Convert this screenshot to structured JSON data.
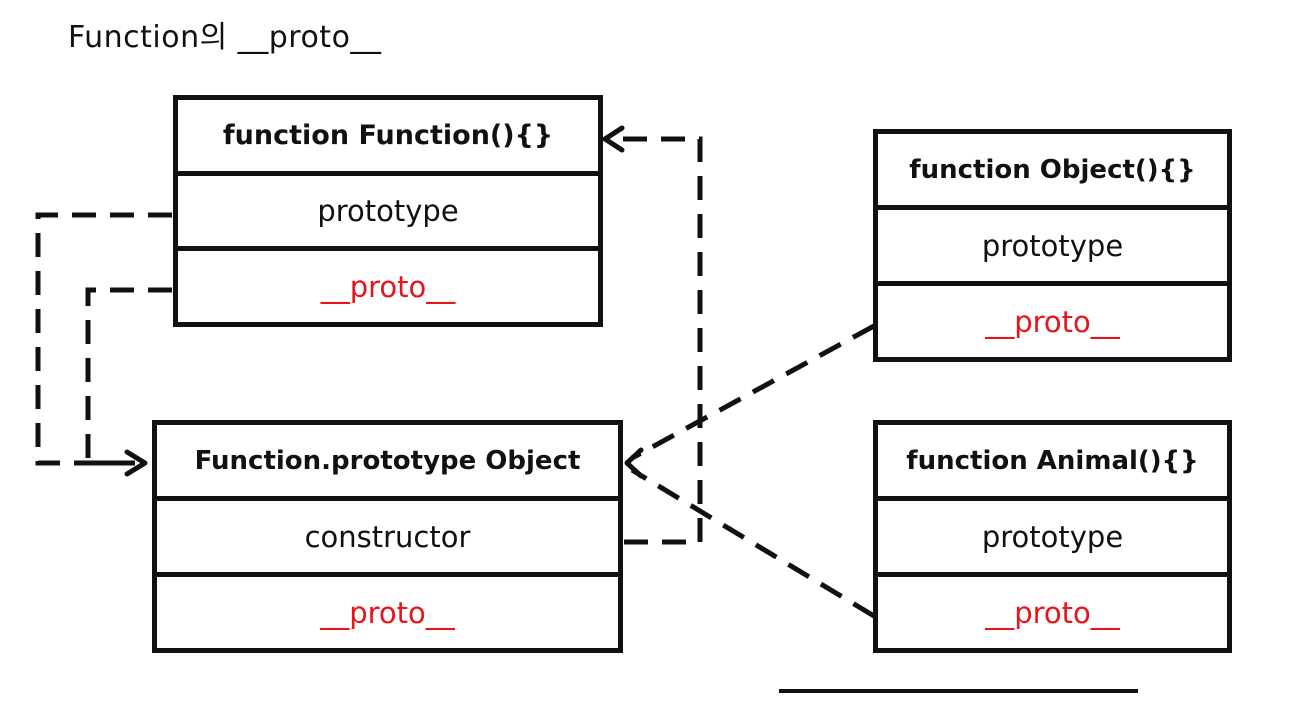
{
  "title": "Function의 __proto__",
  "boxes": {
    "function_ctor": {
      "header": "function Function(){}",
      "fields": [
        "prototype",
        "__proto__"
      ]
    },
    "function_prototype": {
      "header": "Function.prototype Object",
      "fields": [
        "constructor",
        "__proto__"
      ]
    },
    "object_ctor": {
      "header": "function Object(){}",
      "fields": [
        "prototype",
        "__proto__"
      ]
    },
    "animal_ctor": {
      "header": "function Animal(){}",
      "fields": [
        "prototype",
        "__proto__"
      ]
    }
  },
  "colors": {
    "stroke": "#111111",
    "proto_text": "#e8141b",
    "background": "#ffffff"
  }
}
